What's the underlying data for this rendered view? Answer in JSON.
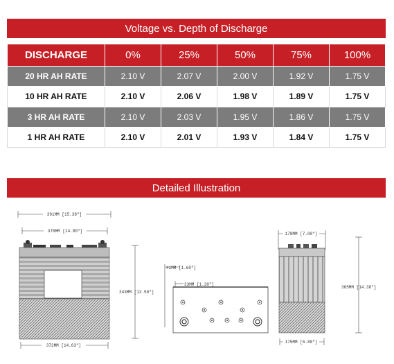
{
  "voltage_section": {
    "title": "Voltage vs. Depth of Discharge",
    "headers": [
      "DISCHARGE",
      "0%",
      "25%",
      "50%",
      "75%",
      "100%"
    ],
    "rows": [
      {
        "label": "20 HR AH RATE",
        "values": [
          "2.10 V",
          "2.07 V",
          "2.00 V",
          "1.92 V",
          "1.75 V"
        ]
      },
      {
        "label": "10 HR AH RATE",
        "values": [
          "2.10 V",
          "2.06 V",
          "1.98 V",
          "1.89 V",
          "1.75 V"
        ]
      },
      {
        "label": "3 HR AH RATE",
        "values": [
          "2.10 V",
          "2.03 V",
          "1.95 V",
          "1.86 V",
          "1.75 V"
        ]
      },
      {
        "label": "1 HR AH RATE",
        "values": [
          "2.10 V",
          "2.01 V",
          "1.93 V",
          "1.84 V",
          "1.75 V"
        ]
      }
    ]
  },
  "illustration_section": {
    "title": "Detailed Illustration",
    "dimensions": {
      "front_top_width": "391MM [15.38\"]",
      "front_inner_width": "376MM [14.80\"]",
      "front_bottom_width": "372MM [14.63\"]",
      "front_height": "343MM [13.50\"]",
      "top_view_offset_a": "41MM [1.60\"]",
      "top_view_offset_b": "33MM [1.30\"]",
      "side_top_width": "178MM [7.00\"]",
      "side_height": "365MM [14.38\"]",
      "side_bottom_width": "175MM [6.88\"]"
    }
  }
}
